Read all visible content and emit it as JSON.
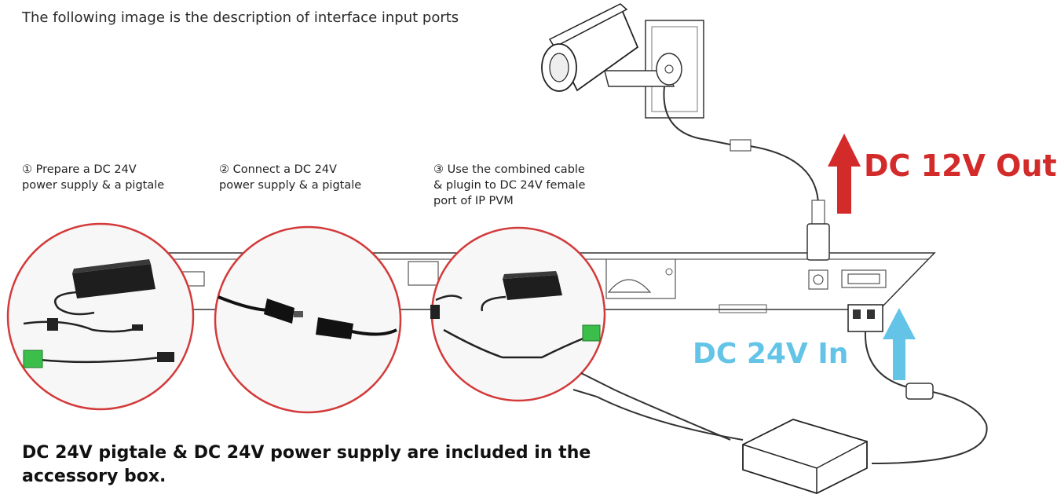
{
  "intro": "The following image is the description of interface input ports",
  "steps": [
    {
      "lines": [
        "① Prepare a DC 24V",
        "power supply & a pigtale"
      ]
    },
    {
      "lines": [
        "② Connect a DC 24V",
        "power supply & a pigtale"
      ]
    },
    {
      "lines": [
        "③ Use the combined cable",
        "& plugin to DC 24V female",
        "port of IP PVM"
      ]
    }
  ],
  "labels": {
    "out": "DC 12V Out",
    "in": "DC 24V In"
  },
  "note": {
    "lines": [
      "DC 24V pigtale & DC 24V power supply are included in the",
      "accessory box."
    ]
  },
  "colors": {
    "out_arrow": "#d32a2a",
    "in_arrow": "#63c4e8",
    "circle_border": "#d33a3a",
    "connector_green": "#3cbf4a"
  }
}
